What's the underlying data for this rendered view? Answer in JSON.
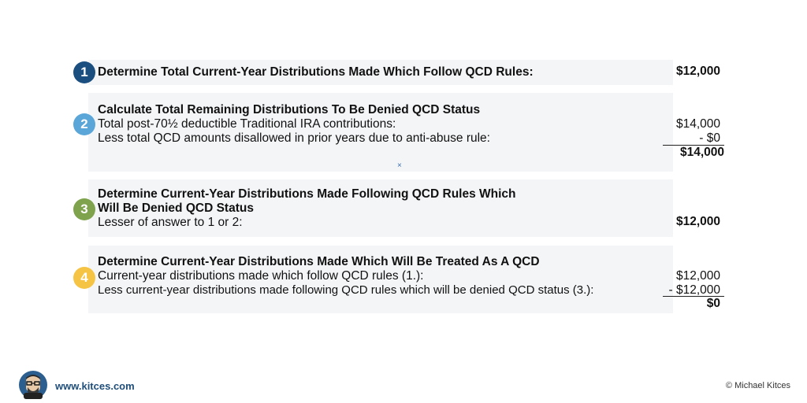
{
  "colors": {
    "step1": "#1b4f80",
    "step2": "#5aa6d8",
    "step3": "#7fa24c",
    "step4": "#f6c445",
    "band": "#f4f5f7"
  },
  "steps": [
    {
      "number": "1",
      "heading": "Determine Total Current-Year Distributions Made Which Follow QCD Rules:",
      "total": "$12,000"
    },
    {
      "number": "2",
      "heading": "Calculate Total Remaining Distributions To Be Denied QCD Status",
      "lines": [
        {
          "label": "Total post-70½ deductible Traditional IRA contributions:",
          "amount": "$14,000"
        },
        {
          "label": "Less total QCD amounts disallowed in prior years due to anti-abuse rule:",
          "amount": "- $0"
        }
      ],
      "total": "$14,000",
      "marker": "×"
    },
    {
      "number": "3",
      "heading_line1": "Determine Current-Year Distributions Made Following QCD Rules Which",
      "heading_line2": "Will Be Denied QCD Status",
      "lines": [
        {
          "label": "Lesser of answer to 1 or 2:",
          "amount": "$12,000"
        }
      ]
    },
    {
      "number": "4",
      "heading": "Determine Current-Year Distributions Made Which Will Be Treated As A QCD",
      "lines": [
        {
          "label": "Current-year distributions made which follow QCD rules (1.):",
          "amount": "$12,000"
        },
        {
          "label": "Less current-year distributions made following QCD rules which will be denied QCD status (3.):",
          "amount": "- $12,000"
        }
      ],
      "total": "$0"
    }
  ],
  "footer": {
    "url": "www.kitces.com",
    "copyright": "© Michael Kitces"
  }
}
